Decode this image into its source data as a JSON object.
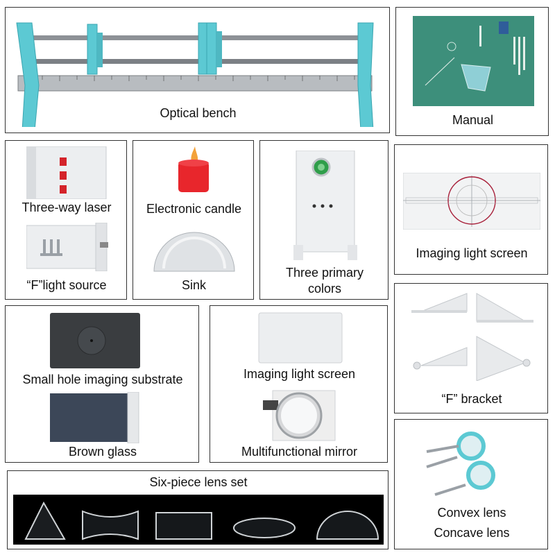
{
  "panels": {
    "optical_bench": "Optical bench",
    "manual": "Manual",
    "three_way_laser": "Three-way laser",
    "f_light_source": "“F”light source",
    "electronic_candle": "Electronic candle",
    "sink": "Sink",
    "three_primary_line1": "Three primary",
    "three_primary_line2": "colors",
    "imaging_light_screen_right": "Imaging light screen",
    "small_hole": "Small hole imaging substrate",
    "brown_glass": "Brown glass",
    "imaging_light_screen_mid": "Imaging light screen",
    "multifunctional_mirror": "Multifunctional mirror",
    "f_bracket": "“F” bracket",
    "six_piece_lens_set": "Six-piece lens set",
    "convex_lens": "Convex lens",
    "concave_lens": "Concave lens"
  },
  "colors": {
    "teal": "#5cc9d3",
    "manual_green": "#3d8f7b",
    "candle_red": "#e8262c",
    "dark_plate": "#3a3d40",
    "brown_glass": "#3c4758"
  }
}
